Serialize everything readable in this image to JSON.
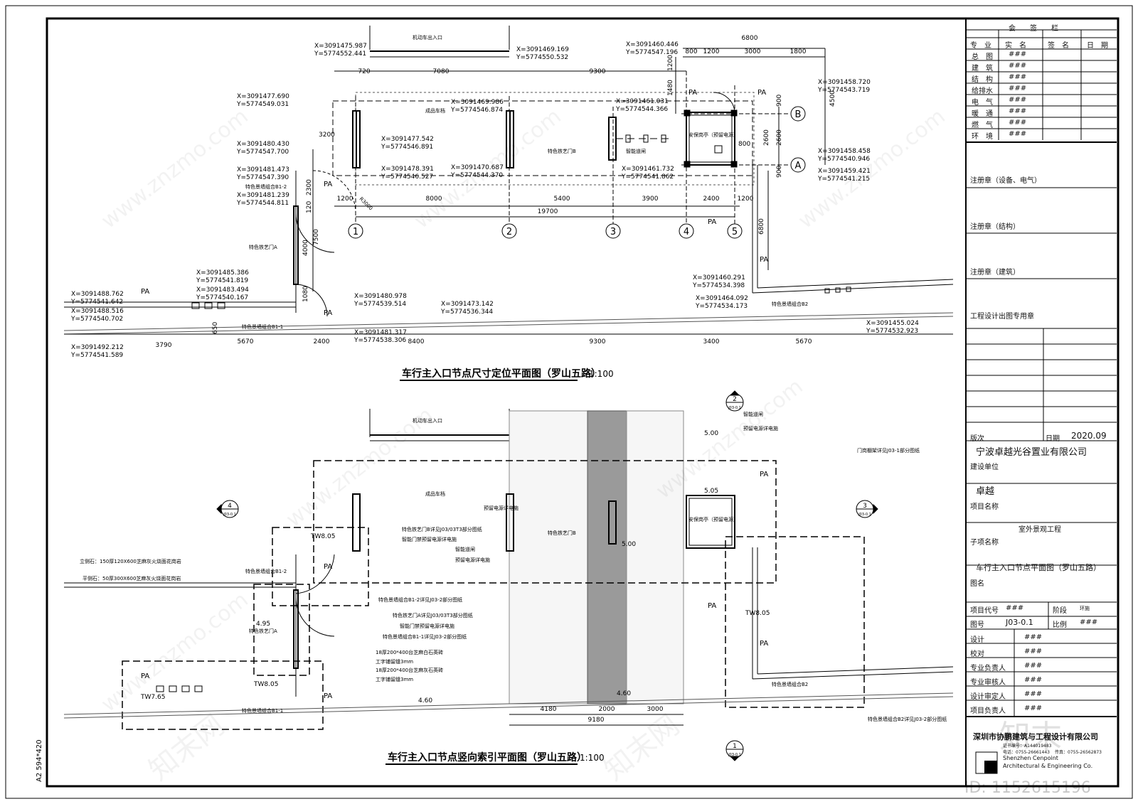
{
  "sheet": {
    "size_label": "A2  594*420",
    "watermark": "www.znzmo.com",
    "watermark_cn": "知末网",
    "id_label": "ID: 1152615196",
    "logo_text": "知末"
  },
  "plan_top": {
    "title": "车行主入口节点尺寸定位平面图（罗山五路）",
    "scale": "1:100",
    "labels": {
      "entrance": "机动车出入口",
      "gate_b": "特色铁艺门B",
      "gate_a": "特色铁艺门A",
      "barrier": "智能道闸",
      "sentry": "安保岗亭（预留电源）",
      "parking": "成品车档",
      "wall_b1_1": "特色景墙组合B1-1",
      "wall_b1_2": "特色景墙组合B1-2",
      "wall_b2": "特色景墙组合B2",
      "pa": "PA",
      "r3000": "R3000"
    },
    "axes": [
      "1",
      "2",
      "3",
      "4",
      "5"
    ],
    "grid_letters": [
      "A",
      "B"
    ],
    "dims_top": [
      "800",
      "1200",
      "3000",
      "1800",
      "6800"
    ],
    "dims_row1": [
      "720",
      "7080",
      "9300"
    ],
    "dims_row2": [
      "1200",
      "8000",
      "5400",
      "3900",
      "2400",
      "1200"
    ],
    "dim_total": "19700",
    "dims_bottom": [
      "3790",
      "5670",
      "2400",
      "8400",
      "9300",
      "3400",
      "5670"
    ],
    "dims_vert": [
      "1480",
      "1200",
      "4500",
      "900",
      "2600",
      "2600",
      "900",
      "800",
      "3200",
      "2300",
      "120",
      "7500",
      "4000",
      "1080",
      "650",
      "6800"
    ],
    "coords": [
      "X=3091475.987",
      "Y=5774552.441",
      "X=3091469.169",
      "Y=5774550.532",
      "X=3091460.446",
      "Y=5774547.196",
      "X=3091477.690",
      "Y=5774549.031",
      "X=3091469.986",
      "Y=5774546.874",
      "X=3091461.031",
      "Y=5774544.366",
      "X=3091458.720",
      "Y=5774543.719",
      "X=3091480.430",
      "Y=5774547.700",
      "X=3091477.542",
      "Y=5774546.891",
      "X=3091458.458",
      "Y=5774540.946",
      "X=3091481.473",
      "Y=5774547.390",
      "X=3091478.391",
      "Y=5774546.527",
      "X=3091470.687",
      "Y=5774544.370",
      "X=3091461.732",
      "Y=5774541.862",
      "X=3091459.421",
      "Y=5774541.215",
      "X=3091481.239",
      "Y=5774544.811",
      "X=3091485.386",
      "Y=5774541.819",
      "X=3091488.762",
      "Y=5774541.642",
      "X=3091483.494",
      "Y=5774540.167",
      "X=3091488.516",
      "Y=5774540.702",
      "X=3091480.978",
      "Y=5774539.514",
      "X=3091473.142",
      "Y=5774536.344",
      "X=3091460.291",
      "Y=5774534.398",
      "X=3091464.092",
      "Y=5774534.173",
      "X=3091455.024",
      "Y=5774532.923",
      "X=3091481.317",
      "Y=5774538.306",
      "X=3091492.212",
      "Y=5774541.589"
    ]
  },
  "plan_bottom": {
    "title": "车行主入口节点竖向索引平面图（罗山五路）",
    "scale": "1:100",
    "labels": {
      "entrance": "机动车出入口",
      "parking": "成品车档",
      "parking_power": "预留电源详电施",
      "barrier_power_1": "智能道闸",
      "barrier_power_2": "预留电源详电施",
      "gate_b_ref": "特色铁艺门B详见J03/03T3部分图纸",
      "gate_power": "智能门禁预留电源详电施",
      "barrier": "智能道闸",
      "barrier_power_3": "预留电源详电施",
      "gate_b": "特色铁艺门B",
      "sentry": "安保岗亭（预留电源）",
      "door_frame_ref": "门岗棚架详见J03-1部分图纸",
      "curb_1": "立侧石：150厚120X600芝麻灰火烧面花岗岩",
      "curb_2": "平侧石：50厚300X600芝麻灰火烧面花岗岩",
      "wall_b1_2": "特色景墙组合B1-2",
      "wall_b1_2_ref": "特色景墙组合B1-2详见J03-2部分图纸",
      "gate_a_ref": "特色铁艺门A详见J03/03T3部分图纸",
      "gate_a_power": "智能门禁预留电源详电施",
      "wall_b1_1_ref": "特色景墙组合B1-1详见J03-2部分图纸",
      "paving_1": "18厚200*400台芝麻白石英砖",
      "joint_1": "工字铺留缝3mm",
      "paving_2": "18厚200*400台芝麻灰石英砖",
      "joint_2": "工字铺留缝3mm",
      "gate_a": "特色铁艺门A",
      "wall_b1_1": "特色景墙组合B1-1",
      "wall_b2": "特色景墙组合B2",
      "wall_b2_ref": "特色景墙组合B2详见J03-2部分图纸",
      "pa": "PA"
    },
    "elevations": [
      "5.00",
      "5.05",
      "TW8.05",
      "4.95",
      "TW8.05",
      "TW7.65",
      "4.60",
      "4.60",
      "5.00",
      "TW8.05"
    ],
    "dims_bottom": [
      "4180",
      "2000",
      "3000",
      "9180"
    ],
    "index_marks": [
      {
        "num": "2",
        "sheet": "J03-0.1"
      },
      {
        "num": "4",
        "sheet": "J03-0.1"
      },
      {
        "num": "3",
        "sheet": "J03-0.1"
      },
      {
        "num": "1",
        "sheet": "J03-0.1"
      }
    ]
  },
  "title_block": {
    "sign_header": "会　　签　　栏",
    "sign_cols": [
      "专　业",
      "实　名",
      "签　名",
      "日　期"
    ],
    "sign_rows": [
      {
        "discipline": "总　图",
        "name": "###"
      },
      {
        "discipline": "建　筑",
        "name": "###"
      },
      {
        "discipline": "结　构",
        "name": "###"
      },
      {
        "discipline": "给排水",
        "name": "###"
      },
      {
        "discipline": "电　气",
        "name": "###"
      },
      {
        "discipline": "暖　通",
        "name": "###"
      },
      {
        "discipline": "燃　气",
        "name": "###"
      },
      {
        "discipline": "环　境",
        "name": "###"
      }
    ],
    "stamps": [
      "注册章（设备、电气）",
      "注册章（结构）",
      "注册章（建筑）",
      "工程设计出图专用章"
    ],
    "revision_label": "版次",
    "date_label": "日期",
    "date_value": "2020.09",
    "client": "宁波卓越光谷置业有限公司",
    "client_label": "建设单位",
    "project": "卓越",
    "project_label": "项目名称",
    "subproject": "室外景观工程",
    "subproject_label": "子项名称",
    "drawing_name": "车行主入口节点平面图（罗山五路）",
    "drawing_name_label": "图名",
    "project_code_label": "项目代号",
    "project_code": "###",
    "stage_label": "阶段",
    "stage": "环施",
    "drawing_no_label": "图号",
    "drawing_no": "J03-0.1",
    "scale_label": "比例",
    "scale": "###",
    "people": [
      {
        "role": "设计",
        "name": "###"
      },
      {
        "role": "校对",
        "name": "###"
      },
      {
        "role": "专业负责人",
        "name": "###"
      },
      {
        "role": "专业审核人",
        "name": "###"
      },
      {
        "role": "设计审定人",
        "name": "###"
      },
      {
        "role": "项目负责人",
        "name": "###"
      }
    ],
    "firm_cn": "深圳市协鹏建筑与工程设计有限公司",
    "firm_en_1": "Shenzhen Cenpoint",
    "firm_en_2": "Architectural & Engineering Co.",
    "firm_tel_1": "电话：0755-26661443",
    "firm_tel_2": "传真：0755-26562873",
    "firm_license": "证书编号：A144019483"
  }
}
